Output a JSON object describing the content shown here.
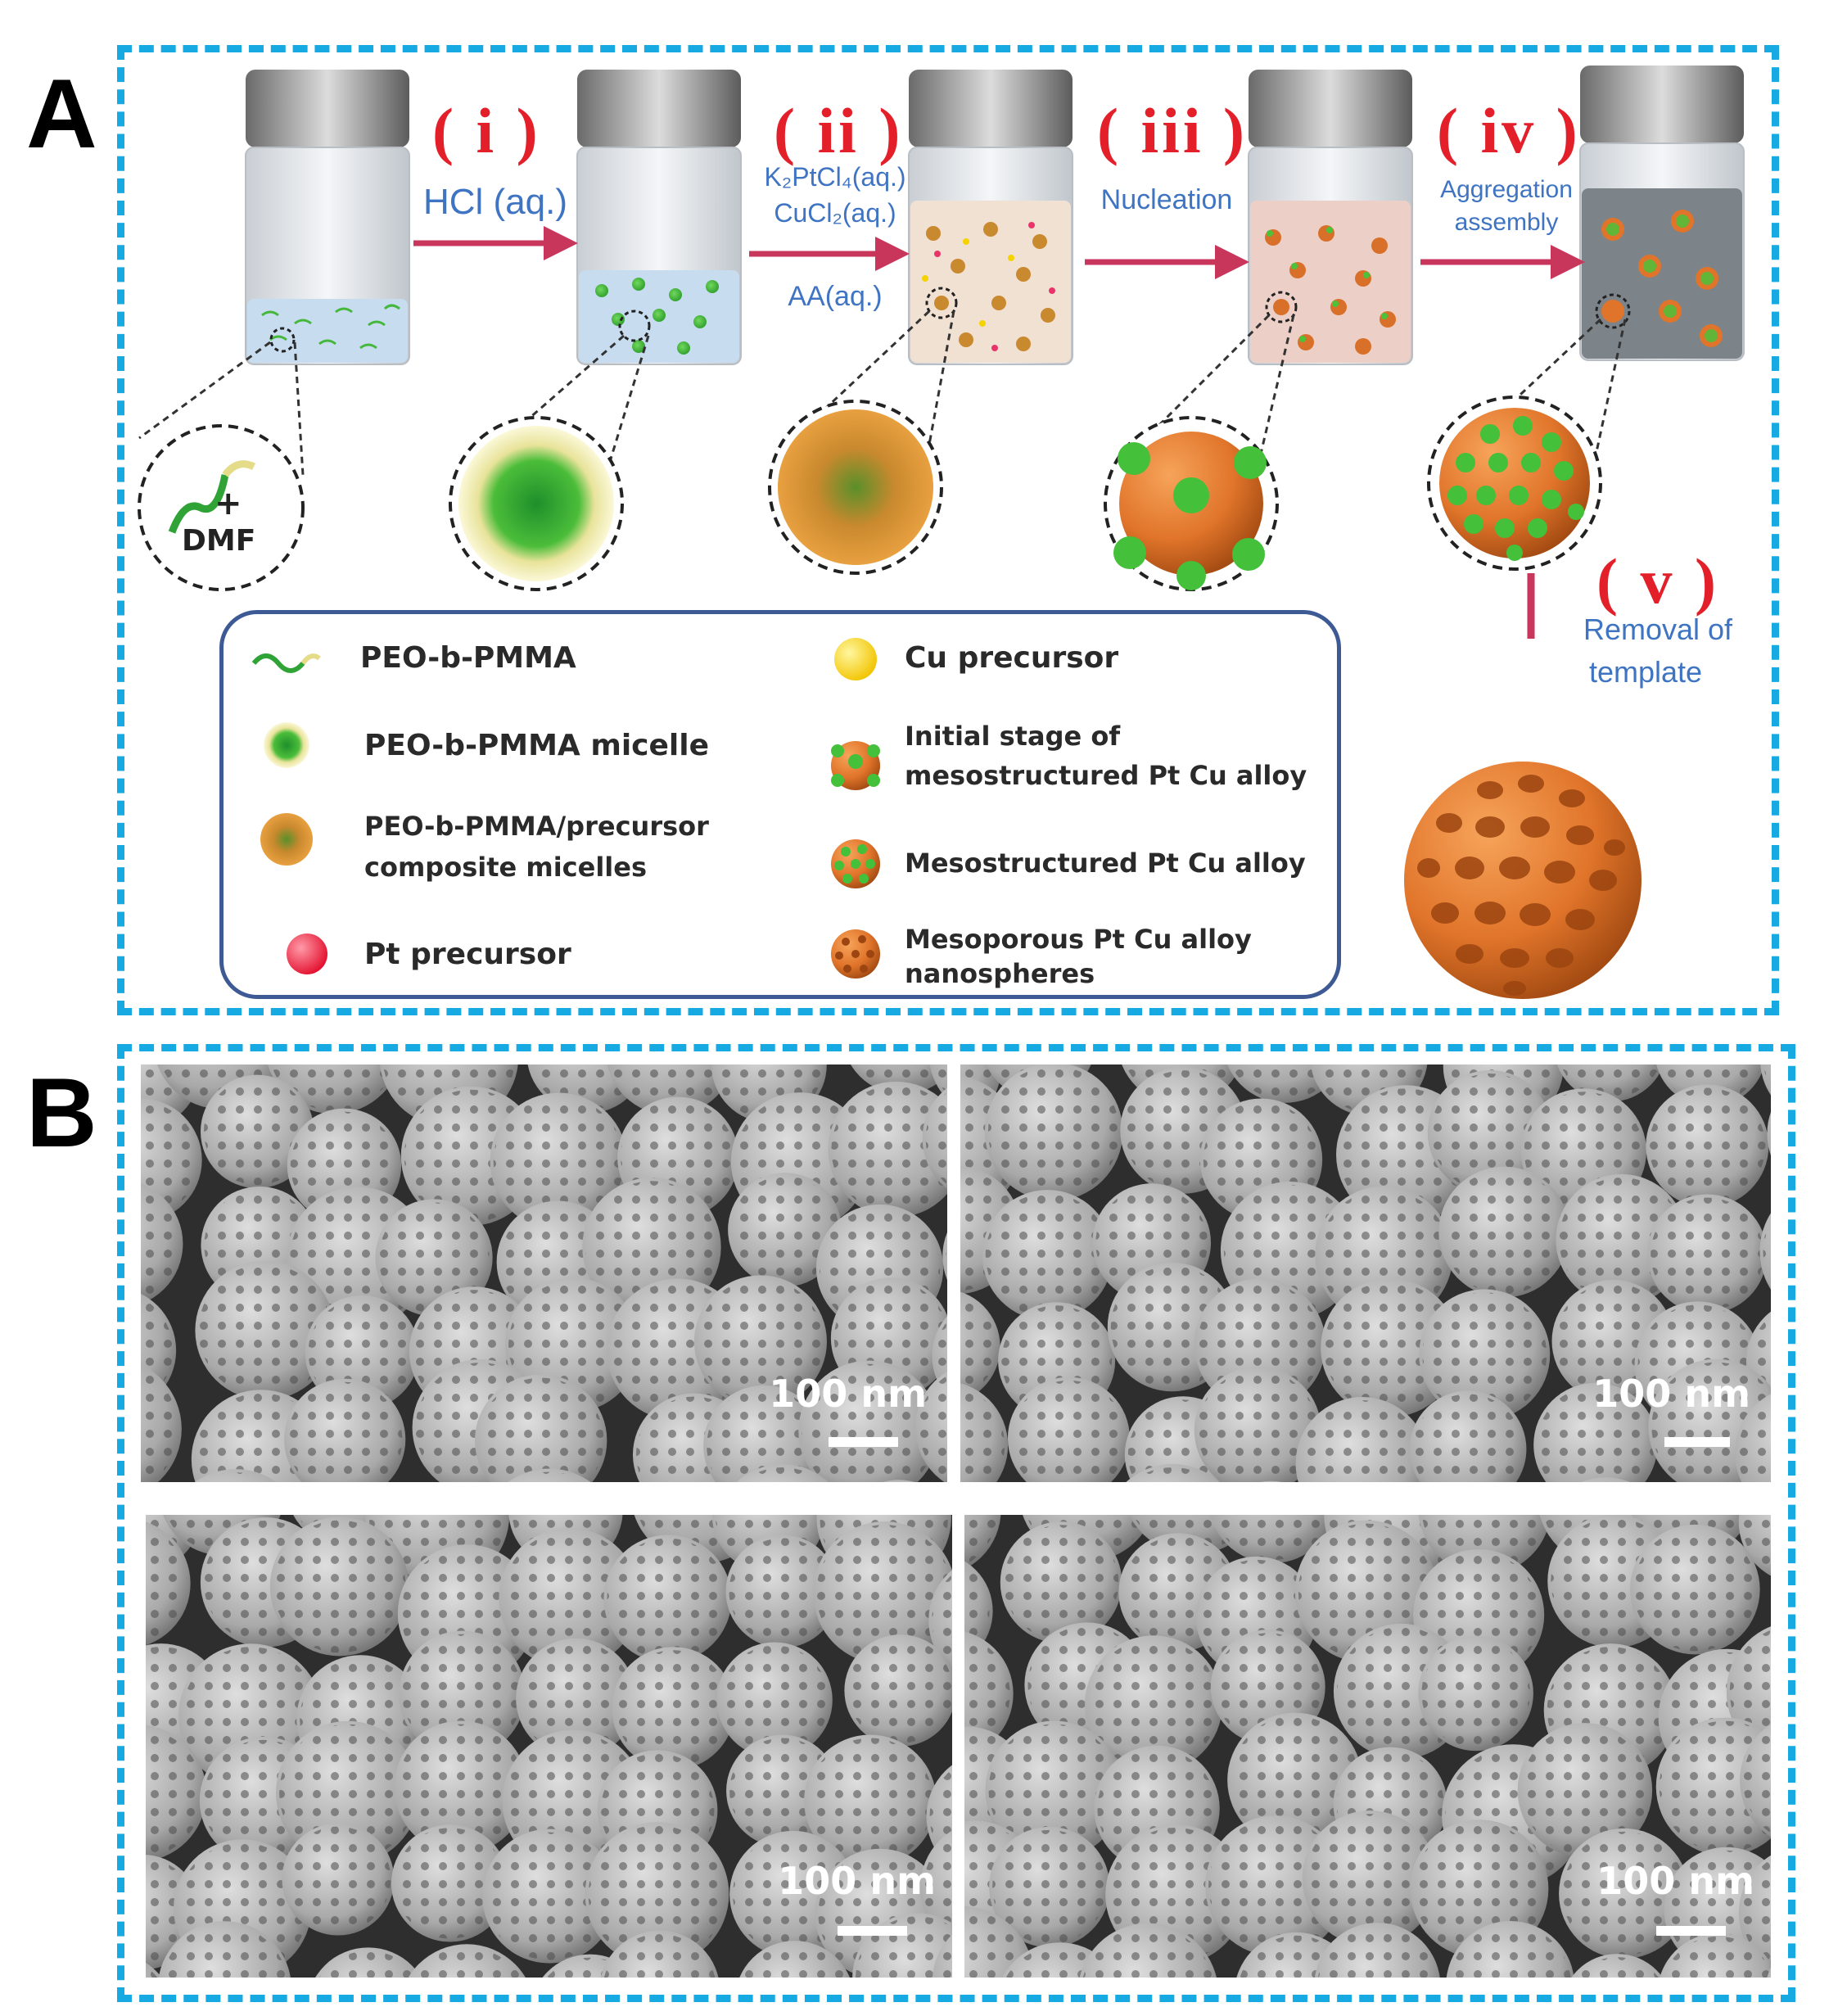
{
  "panel_a": {
    "label": "A",
    "steps": [
      {
        "num": "( i )",
        "lines": [
          "HCl (aq.)"
        ]
      },
      {
        "num": "( ii )",
        "lines": [
          "K₂PtCl₄(aq.)",
          "CuCl₂(aq.)",
          "AA(aq.)"
        ]
      },
      {
        "num": "( iii )",
        "lines": [
          "Nucleation"
        ]
      },
      {
        "num": "( iv )",
        "lines": [
          "Aggregation",
          "assembly"
        ]
      },
      {
        "num": "( v )",
        "lines": [
          "Removal of",
          "template"
        ]
      }
    ],
    "dmf_label": "DMF",
    "plus": "+",
    "legend": {
      "left": [
        {
          "text": "PEO-b-PMMA"
        },
        {
          "text": "PEO-b-PMMA micelle"
        },
        {
          "text": "PEO-b-PMMA/precursor",
          "text2": "composite micelles"
        },
        {
          "text": "Pt precursor"
        }
      ],
      "right": [
        {
          "text": "Cu precursor"
        },
        {
          "text": "Initial stage of",
          "text2": "mesostructured Pt Cu alloy"
        },
        {
          "text": "Mesostructured Pt Cu alloy"
        },
        {
          "text": "Mesoporous Pt Cu alloy",
          "text2": "nanospheres"
        }
      ]
    },
    "colors": {
      "border": "#16a9e2",
      "step_number": "#e3202a",
      "step_text": "#3f74c2",
      "arrow": "#c8365c",
      "legend_border": "#3e5a95",
      "copper": "#e47a2b",
      "polymer_green": "#3db83a"
    }
  },
  "panel_b": {
    "label": "B",
    "images": [
      {
        "scale_label": "100 nm"
      },
      {
        "scale_label": "100 nm"
      },
      {
        "scale_label": "100 nm"
      },
      {
        "scale_label": "100 nm"
      }
    ]
  }
}
